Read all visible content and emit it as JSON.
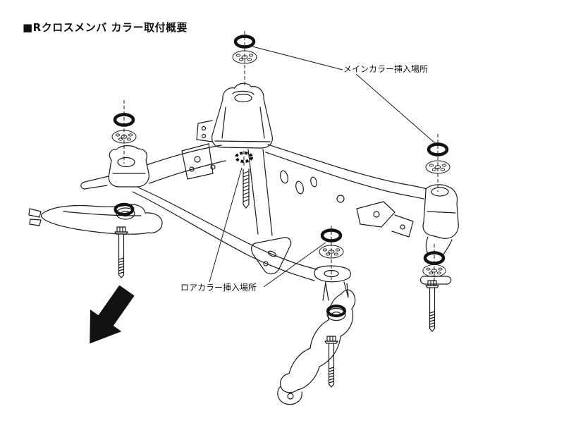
{
  "title": "■Rクロスメンバ カラー取付概要",
  "labels": {
    "main_collar": "メインカラー挿入場所",
    "lower_collar": "ロアカラー挿入場所"
  },
  "colors": {
    "background": "#ffffff",
    "line": "#1a1a1a",
    "solid_black": "#111111"
  },
  "icons": {
    "front_direction_arrow": "solid-black-block-arrow-pointing-down-left",
    "collar_oring": "thick-black-ellipse-ring",
    "collar_washer": "flat-plate-with-small-holes"
  }
}
